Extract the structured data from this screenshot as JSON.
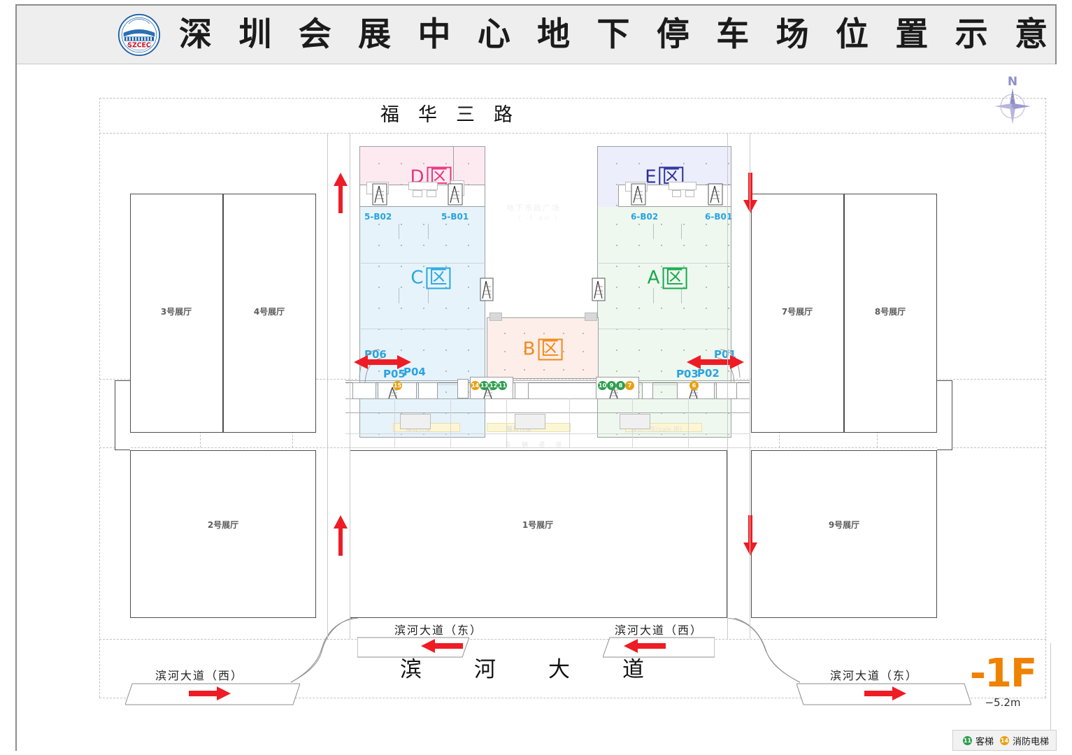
{
  "header": {
    "title": "深 圳 会 展 中 心 地 下 停 车 场 位 置 示 意 图",
    "logo_text": "SZCEC"
  },
  "compass": {
    "north_label": "N"
  },
  "floor": {
    "level": "-1F",
    "depth": "−5.2m"
  },
  "legend": {
    "items": [
      {
        "chip": "11",
        "label": "客梯",
        "color": "#2e9e4f"
      },
      {
        "chip": "14",
        "label": "消防电梯",
        "color": "#e9a013"
      }
    ]
  },
  "roads": {
    "north": "福　华　三　路",
    "south_main": "滨　河　大　道",
    "ramps": [
      {
        "name": "滨河大道（西）",
        "dir": "right"
      },
      {
        "name": "滨河大道（东）",
        "dir": "left"
      },
      {
        "name": "滨河大道（西）",
        "dir": "left"
      },
      {
        "name": "滨河大道（东）",
        "dir": "right"
      }
    ]
  },
  "halls": [
    {
      "id": "hall-3",
      "label": "3号展厅"
    },
    {
      "id": "hall-4",
      "label": "4号展厅"
    },
    {
      "id": "hall-7",
      "label": "7号展厅"
    },
    {
      "id": "hall-8",
      "label": "8号展厅"
    },
    {
      "id": "hall-2",
      "label": "2号展厅"
    },
    {
      "id": "hall-1",
      "label": "1号展厅"
    },
    {
      "id": "hall-9",
      "label": "9号展厅"
    }
  ],
  "zones": [
    {
      "id": "zone-d",
      "letter": "D",
      "suffix": "区",
      "color": "#e8357f",
      "fill": "#fdeaf1"
    },
    {
      "id": "zone-c",
      "letter": "C",
      "suffix": "区",
      "color": "#29a8e0",
      "fill": "#e6f3fb"
    },
    {
      "id": "zone-e",
      "letter": "E",
      "suffix": "区",
      "color": "#2b2f9e",
      "fill": "#eceefb"
    },
    {
      "id": "zone-a",
      "letter": "A",
      "suffix": "区",
      "color": "#16a94a",
      "fill": "#eef8ef"
    },
    {
      "id": "zone-b",
      "letter": "B",
      "suffix": "区",
      "color": "#f08a18",
      "fill": "#fdeeea"
    }
  ],
  "pile_codes": [
    {
      "id": "code-5-b02",
      "text": "5-B02"
    },
    {
      "id": "code-5-b01",
      "text": "5-B01"
    },
    {
      "id": "code-6-b02",
      "text": "6-B02"
    },
    {
      "id": "code-6-b01",
      "text": "6-B01"
    }
  ],
  "entrances": [
    {
      "id": "p06",
      "text": "P06"
    },
    {
      "id": "p05",
      "text": "P05"
    },
    {
      "id": "p04",
      "text": "P04"
    },
    {
      "id": "p03",
      "text": "P03"
    },
    {
      "id": "p02",
      "text": "P02"
    },
    {
      "id": "p01",
      "text": "P01"
    }
  ],
  "elevators": [
    {
      "id": "elev-15",
      "num": "15",
      "type": "fire"
    },
    {
      "id": "elev-14",
      "num": "14",
      "type": "fire"
    },
    {
      "id": "elev-13",
      "num": "13",
      "type": "passenger"
    },
    {
      "id": "elev-12",
      "num": "12",
      "type": "passenger"
    },
    {
      "id": "elev-11",
      "num": "11",
      "type": "passenger"
    },
    {
      "id": "elev-10",
      "num": "10",
      "type": "passenger"
    },
    {
      "id": "elev-9",
      "num": "9",
      "type": "passenger"
    },
    {
      "id": "elev-8",
      "num": "8",
      "type": "passenger"
    },
    {
      "id": "elev-7",
      "num": "7",
      "type": "fire"
    },
    {
      "id": "elev-6",
      "num": "6",
      "type": "fire"
    }
  ],
  "ghost_labels": [
    {
      "id": "plaza",
      "text": "地下市政广场"
    },
    {
      "id": "plaza-sub",
      "text": "（ -5.4m ）"
    },
    {
      "id": "storage-1",
      "text": "展具仓库"
    },
    {
      "id": "storage-2",
      "text": "展具仓库"
    },
    {
      "id": "storage-3",
      "text": "展具仓库(sale 用)"
    },
    {
      "id": "corridor",
      "text": "车　辆　通　道"
    }
  ]
}
